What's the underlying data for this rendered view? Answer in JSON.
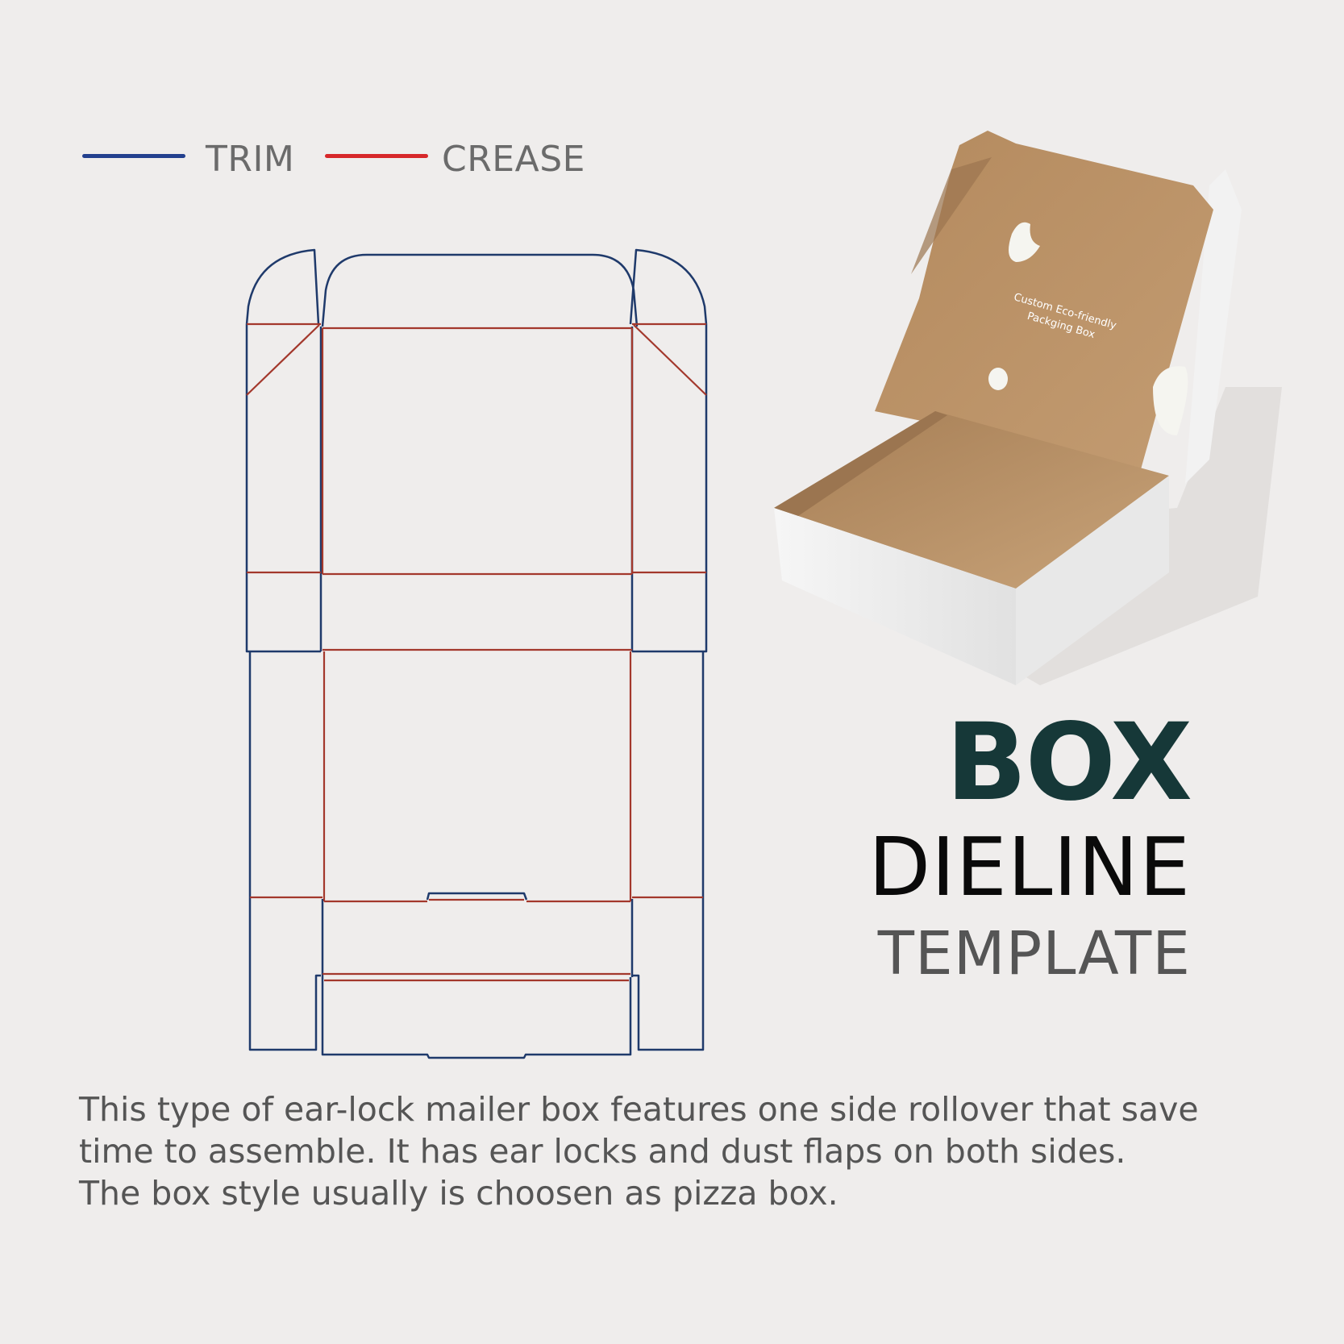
{
  "legend": {
    "trim_label": "TRIM",
    "crease_label": "CREASE",
    "trim_color": "#23408e",
    "crease_color": "#d7282a"
  },
  "dieline_colors": {
    "trim": "#1f3a6b",
    "crease": "#a3382c"
  },
  "title": {
    "line1": "BOX",
    "line2": "DIELINE",
    "line3": "TEMPLATE"
  },
  "photo": {
    "print_line1": "Custom Eco-friendly",
    "print_line2": "Packging Box",
    "kraft_color": "#b48a5e",
    "white_color": "#ffffff"
  },
  "description": {
    "line1": "This type of ear-lock mailer box features one side rollover that save",
    "line2": "time to assemble. It has ear locks and dust flaps on both sides.",
    "line3": "The box style usually is choosen as pizza box."
  }
}
